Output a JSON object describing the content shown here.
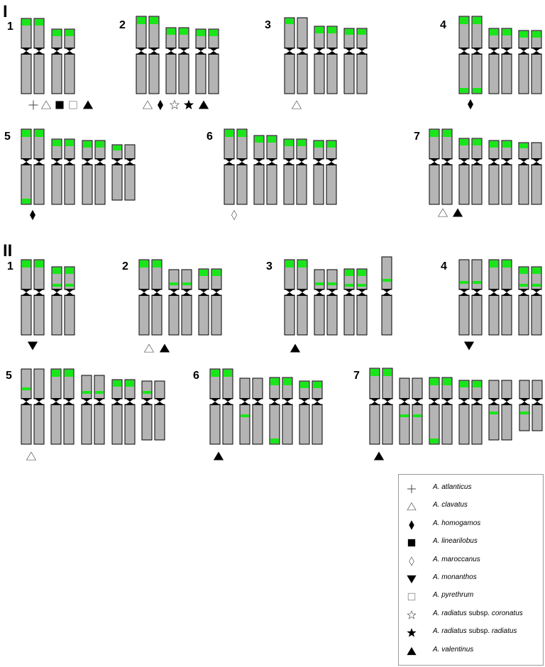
{
  "panels": [
    {
      "label": "I",
      "groups": [
        {
          "number": "1",
          "markers": [
            "atlanticus",
            "clavatus",
            "linearilobus",
            "pyrethrum",
            "valentinus"
          ]
        },
        {
          "number": "2",
          "markers": [
            "clavatus",
            "homogamos",
            "radiatus-coronatus",
            "radiatus-radiatus",
            "valentinus"
          ]
        },
        {
          "number": "3",
          "markers": [
            "clavatus"
          ]
        },
        {
          "number": "4",
          "markers": [
            "homogamos"
          ]
        },
        {
          "number": "5",
          "markers": [
            "homogamos"
          ]
        },
        {
          "number": "6",
          "markers": [
            "maroccanus"
          ]
        },
        {
          "number": "7",
          "markers": [
            "clavatus",
            "valentinus"
          ]
        }
      ]
    },
    {
      "label": "II",
      "groups": [
        {
          "number": "1",
          "markers": [
            "monanthos"
          ]
        },
        {
          "number": "2",
          "markers": [
            "clavatus",
            "valentinus"
          ]
        },
        {
          "number": "3",
          "markers": [
            "valentinus"
          ]
        },
        {
          "number": "4",
          "markers": [
            "monanthos"
          ]
        },
        {
          "number": "5",
          "markers": [
            "clavatus"
          ]
        },
        {
          "number": "6",
          "markers": [
            "valentinus"
          ]
        },
        {
          "number": "7",
          "markers": [
            "valentinus"
          ]
        }
      ]
    }
  ],
  "legend": {
    "entries": [
      {
        "key": "atlanticus",
        "symbol": "plus",
        "species": "A. atlanticus",
        "suffix": ""
      },
      {
        "key": "clavatus",
        "symbol": "triangle-open",
        "species": "A. clavatus",
        "suffix": ""
      },
      {
        "key": "homogamos",
        "symbol": "diamond-filled",
        "species": "A. homogamos",
        "suffix": ""
      },
      {
        "key": "linearilobus",
        "symbol": "square-filled",
        "species": "A. linearilobus",
        "suffix": ""
      },
      {
        "key": "maroccanus",
        "symbol": "diamond-open",
        "species": "A. maroccanus",
        "suffix": ""
      },
      {
        "key": "monanthos",
        "symbol": "triangle-down-filled",
        "species": "A. monanthos",
        "suffix": ""
      },
      {
        "key": "pyrethrum",
        "symbol": "square-open",
        "species": "A. pyrethrum",
        "suffix": ""
      },
      {
        "key": "radiatus-coronatus",
        "symbol": "star-open",
        "species": "A. radiatus",
        "suffix": " subsp. coronatus"
      },
      {
        "key": "radiatus-radiatus",
        "symbol": "star-filled",
        "species": "A. radiatus",
        "suffix": " subsp. radiatus"
      },
      {
        "key": "valentinus",
        "symbol": "triangle-filled",
        "species": "A. valentinus",
        "suffix": ""
      }
    ]
  },
  "colors": {
    "chromosome": "#b4b4b4",
    "signal": "#19e619",
    "outline": "#000000",
    "legend_border": "#999999"
  }
}
